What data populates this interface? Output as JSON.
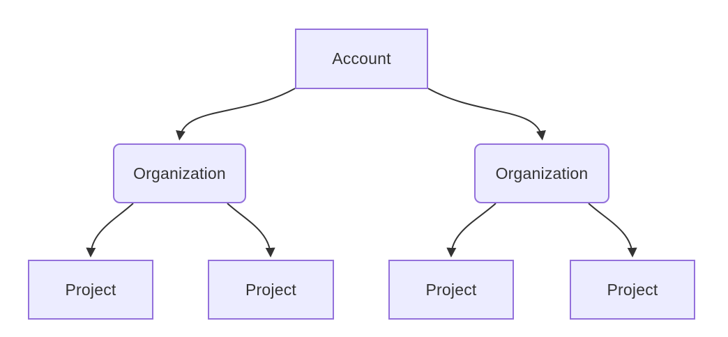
{
  "diagram": {
    "type": "flowchart-tree",
    "background": "#ffffff",
    "colors": {
      "node_fill": "#ECECFF",
      "node_border": "#9370DB",
      "edge_color": "#333333",
      "text_color": "#333333"
    },
    "nodes": [
      {
        "id": "account",
        "label": "Account",
        "shape": "rect"
      },
      {
        "id": "org-left",
        "label": "Organization",
        "shape": "rounded"
      },
      {
        "id": "org-right",
        "label": "Organization",
        "shape": "rounded"
      },
      {
        "id": "project-1",
        "label": "Project",
        "shape": "rect"
      },
      {
        "id": "project-2",
        "label": "Project",
        "shape": "rect"
      },
      {
        "id": "project-3",
        "label": "Project",
        "shape": "rect"
      },
      {
        "id": "project-4",
        "label": "Project",
        "shape": "rect"
      }
    ],
    "edges": [
      {
        "from": "account",
        "to": "org-left",
        "style": "curved",
        "arrow": "solid-triangle"
      },
      {
        "from": "account",
        "to": "org-right",
        "style": "curved",
        "arrow": "solid-triangle"
      },
      {
        "from": "org-left",
        "to": "project-1",
        "style": "curved",
        "arrow": "solid-triangle"
      },
      {
        "from": "org-left",
        "to": "project-2",
        "style": "curved",
        "arrow": "solid-triangle"
      },
      {
        "from": "org-right",
        "to": "project-3",
        "style": "curved",
        "arrow": "solid-triangle"
      },
      {
        "from": "org-right",
        "to": "project-4",
        "style": "curved",
        "arrow": "solid-triangle"
      }
    ]
  }
}
